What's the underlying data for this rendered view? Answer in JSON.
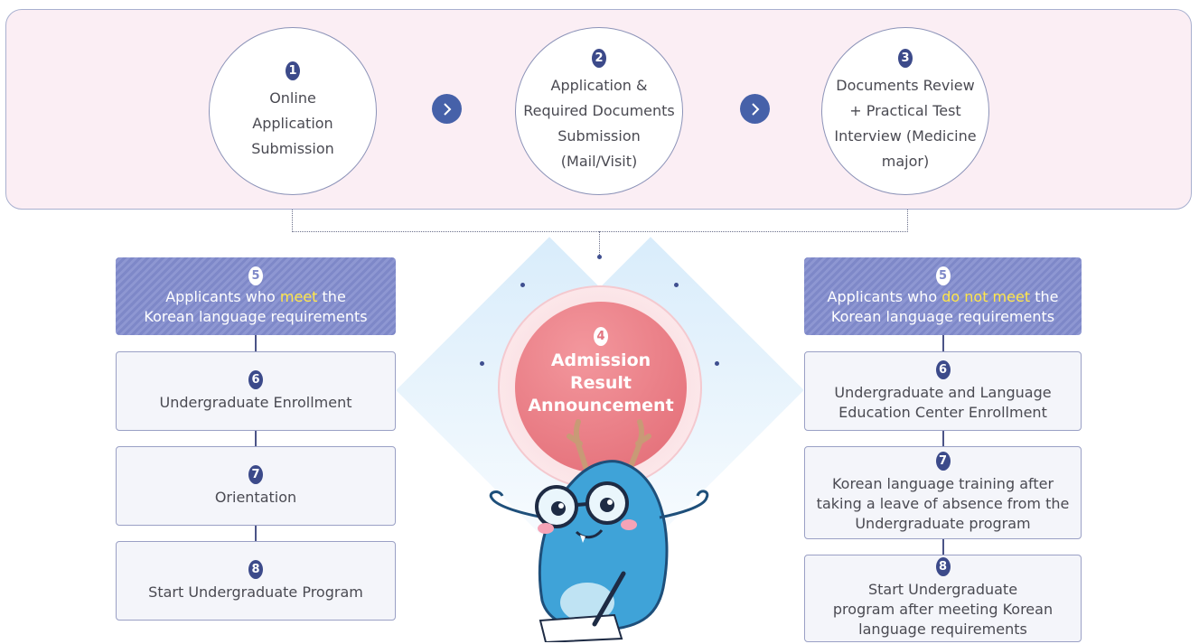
{
  "process": {
    "steps": [
      {
        "num": "1",
        "lines": [
          "Online",
          "Application",
          "Submission"
        ]
      },
      {
        "num": "2",
        "lines": [
          "Application &",
          "Required Documents",
          "Submission",
          "(Mail/Visit)"
        ]
      },
      {
        "num": "3",
        "lines": [
          "Documents Review",
          "+ Practical Test",
          "Interview (Medicine",
          "major)"
        ]
      }
    ],
    "arrow_icon": "chevron-right-icon"
  },
  "result": {
    "num": "4",
    "lines": [
      "Admission Result",
      "Announcement"
    ]
  },
  "meet": {
    "header": {
      "num": "5",
      "pre": "Applicants who ",
      "highlight": "meet",
      "post": " the",
      "line2": "Korean language requirements"
    },
    "steps": [
      {
        "num": "6",
        "lines": [
          "Undergraduate Enrollment"
        ]
      },
      {
        "num": "7",
        "lines": [
          "Orientation"
        ]
      },
      {
        "num": "8",
        "lines": [
          "Start Undergraduate Program"
        ]
      }
    ]
  },
  "not_meet": {
    "header": {
      "num": "5",
      "pre": "Applicants who ",
      "highlight": "do not meet",
      "post": " the",
      "line2": "Korean language requirements"
    },
    "steps": [
      {
        "num": "6",
        "lines": [
          "Undergraduate and Language",
          "Education Center Enrollment"
        ]
      },
      {
        "num": "7",
        "lines": [
          "Korean language training after",
          "taking a leave of absence from the",
          "Undergraduate program"
        ]
      },
      {
        "num": "8",
        "lines": [
          "Start Undergraduate",
          "program after meeting Korean",
          "language requirements"
        ]
      }
    ]
  },
  "colors": {
    "panel_bg": "#fbeef4",
    "badge": "#3c4a8a",
    "arrow": "#4661a9",
    "header_bg": "#8e97d2",
    "highlight": "#ffe64a",
    "result": "#e26a74"
  }
}
